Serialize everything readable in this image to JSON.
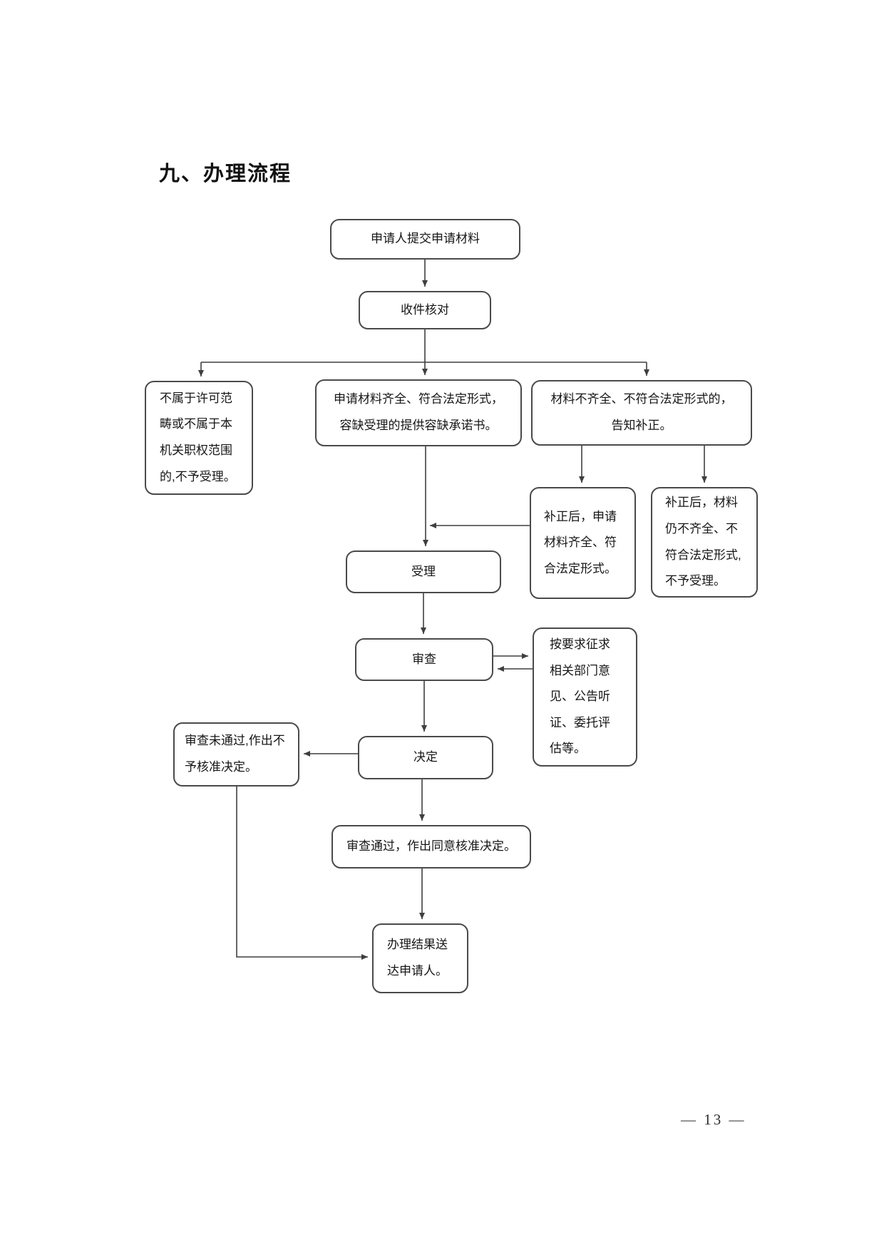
{
  "page": {
    "title": "九、办理流程",
    "page_number": "— 13 —"
  },
  "colors": {
    "line": "#3f3f3f",
    "box_border": "#4a4a4a",
    "text": "#161616"
  },
  "flowchart": {
    "nodes": {
      "submit": "申请人提交申请材料",
      "check": "收件核对",
      "reject_scope": "不属于许可范畴或不属于本机关职权范围的,不予受理。",
      "complete": "申请材料齐全、符合法定形式，容缺受理的提供容缺承诺书。",
      "incomplete": "材料不齐全、不符合法定形式的，告知补正。",
      "corrected_ok": "补正后，申请材料齐全、符合法定形式。",
      "corrected_bad": "补正后，材料仍不齐全、不符合法定形式,不予受理。",
      "accept": "受理",
      "review": "审查",
      "consult": "按要求征求相关部门意见、公告听证、委托评估等。",
      "decision": "决定",
      "fail": "审查未通过,作出不予核准决定。",
      "pass": "审查通过，作出同意核准决定。",
      "deliver": "办理结果送达申请人。"
    },
    "edges": [
      {
        "from": "submit",
        "to": "check"
      },
      {
        "from": "check",
        "to": "reject_scope"
      },
      {
        "from": "check",
        "to": "complete"
      },
      {
        "from": "check",
        "to": "incomplete"
      },
      {
        "from": "incomplete",
        "to": "corrected_ok"
      },
      {
        "from": "incomplete",
        "to": "corrected_bad"
      },
      {
        "from": "complete",
        "to": "accept"
      },
      {
        "from": "corrected_ok",
        "to": "accept"
      },
      {
        "from": "accept",
        "to": "review"
      },
      {
        "from": "review",
        "to": "consult"
      },
      {
        "from": "consult",
        "to": "review"
      },
      {
        "from": "review",
        "to": "decision"
      },
      {
        "from": "decision",
        "to": "fail"
      },
      {
        "from": "decision",
        "to": "pass"
      },
      {
        "from": "pass",
        "to": "deliver"
      },
      {
        "from": "fail",
        "to": "deliver"
      }
    ]
  }
}
